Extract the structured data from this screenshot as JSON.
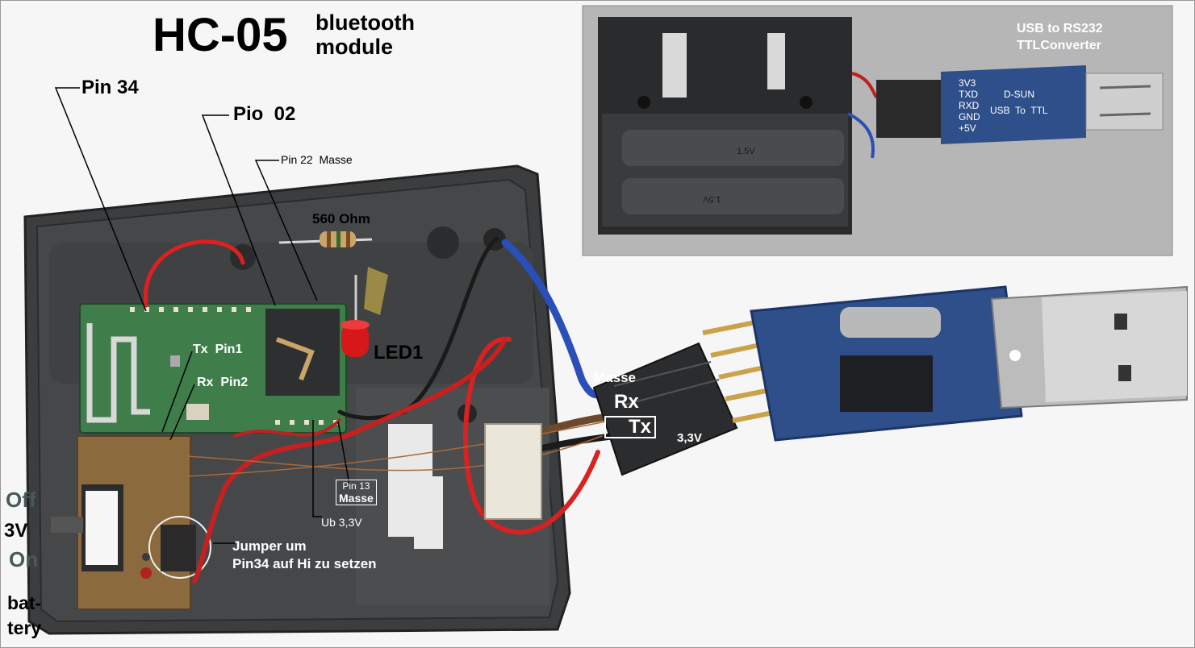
{
  "title": {
    "main": "HC-05",
    "sub_line1": "bluetooth",
    "sub_line2": "module"
  },
  "labels": {
    "pin34": "Pin 34",
    "pio02": "Pio  02",
    "pin22": "Pin 22  Masse",
    "resistor": "560 Ohm",
    "led": "LED1",
    "tx_pin1": "Tx  Pin1",
    "rx_pin2": "Rx  Pin2",
    "masse": "Masse",
    "rx": "Rx",
    "tx": "Tx",
    "v33": "3,3V",
    "pin13_line1": "Pin 13",
    "pin13_line2": "Masse",
    "ub": "Ub 3,3V",
    "jumper_line1": "Jumper um",
    "jumper_line2": "Pin34 auf Hi zu setzen",
    "off": "Off",
    "v3": "3V",
    "on": "On",
    "battery_line1": "bat-",
    "battery_line2": "tery"
  },
  "inset": {
    "title_line1": "USB to RS232",
    "title_line2": "TTLConverter",
    "pins": [
      "3V3",
      "TXD",
      "RXD",
      "GND",
      "+5V"
    ],
    "brand": "D-SUN",
    "board_text": "USB  To  TTL",
    "battery_marking": "1.5V",
    "battery_marking2": "1.5V"
  }
}
